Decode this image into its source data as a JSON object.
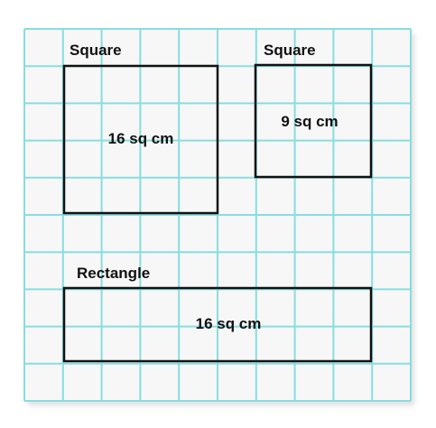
{
  "diagram": {
    "grid": {
      "columns": 10,
      "rows": 10,
      "line_color": "#88dde0",
      "background": "#f7f7f7"
    },
    "shapes": [
      {
        "id": "square-large",
        "title": "Square",
        "area_label": "16 sq cm",
        "width_units": 4,
        "height_units": 4
      },
      {
        "id": "square-small",
        "title": "Square",
        "area_label": "9 sq cm",
        "width_units": 3,
        "height_units": 3
      },
      {
        "id": "rectangle",
        "title": "Rectangle",
        "area_label": "16 sq cm",
        "width_units": 8,
        "height_units": 2
      }
    ]
  }
}
